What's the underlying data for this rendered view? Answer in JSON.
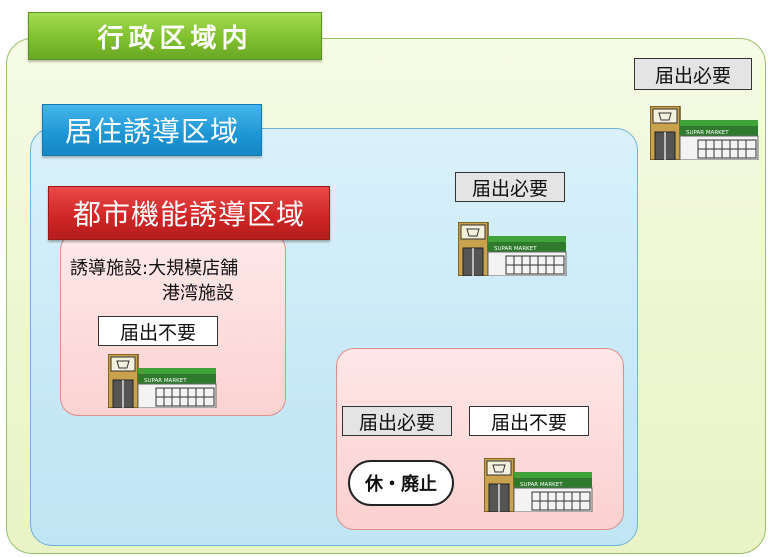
{
  "areas": {
    "administrative": {
      "title": "行政区域内"
    },
    "residential": {
      "title": "居住誘導区域"
    },
    "urban_function": {
      "title": "都市機能誘導区域"
    }
  },
  "labels": {
    "outer_required": "届出必要",
    "residential_required": "届出必要",
    "urban_not_required": "届出不要",
    "sub_required": "届出必要",
    "sub_not_required": "届出不要"
  },
  "facility": {
    "line1": "誘導施設:大規模店舗",
    "line2": "港湾施設"
  },
  "closure_badge": "休・廃止",
  "store_sign": "SUPAR MARKET",
  "colors": {
    "admin_green": "#7fc02e",
    "residential_blue": "#1e95d4",
    "urban_red": "#cf2424"
  },
  "icons": [
    "supermarket-icon"
  ]
}
